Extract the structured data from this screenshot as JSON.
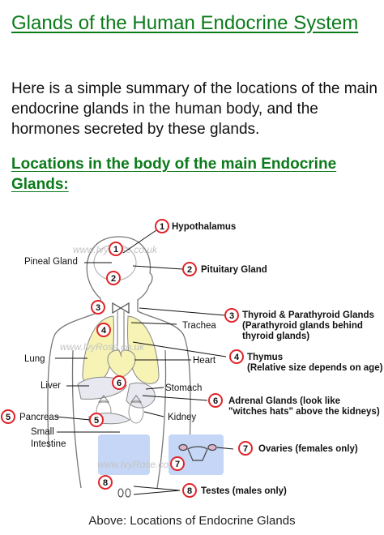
{
  "article": {
    "title": "Glands of the Human Endocrine System",
    "intro": "Here is a simple summary of the locations of the main endocrine glands in the human body, and the hormones secreted by these glands.",
    "subheading": "Locations in the body of the main Endocrine Glands:",
    "caption": "Above: Locations of Endocrine Glands"
  },
  "diagram": {
    "watermark": "www.IvyRose.co.uk",
    "left_labels": {
      "pineal": "Pineal Gland",
      "lung": "Lung",
      "liver": "Liver",
      "pancreas": "Pancreas",
      "small_intestine_1": "Small",
      "small_intestine_2": "Intestine"
    },
    "mid_labels": {
      "trachea": "Trachea",
      "heart": "Heart",
      "stomach": "Stomach",
      "kidney": "Kidney"
    },
    "glands": [
      {
        "number": "1",
        "label": "Hypothalamus"
      },
      {
        "number": "2",
        "label": "Pituitary Gland"
      },
      {
        "number": "3",
        "label": "Thyroid & Parathyroid Glands",
        "note": "(Parathyroid glands behind",
        "note2": "thyroid glands)"
      },
      {
        "number": "4",
        "label": "Thymus",
        "note": "(Relative size depends on age)"
      },
      {
        "number": "5",
        "label": "Pancreas"
      },
      {
        "number": "6",
        "label": "Adrenal Glands (look like",
        "note": "\"witches hats\" above the kidneys)"
      },
      {
        "number": "7",
        "label": "Ovaries (females only)"
      },
      {
        "number": "8",
        "label": "Testes (males only)"
      }
    ],
    "colors": {
      "circle": "#e0242a",
      "organ_yellow": "#f6f3b5",
      "box_blue": "#c5d6f6",
      "heading_green": "#0a7a1a"
    }
  }
}
